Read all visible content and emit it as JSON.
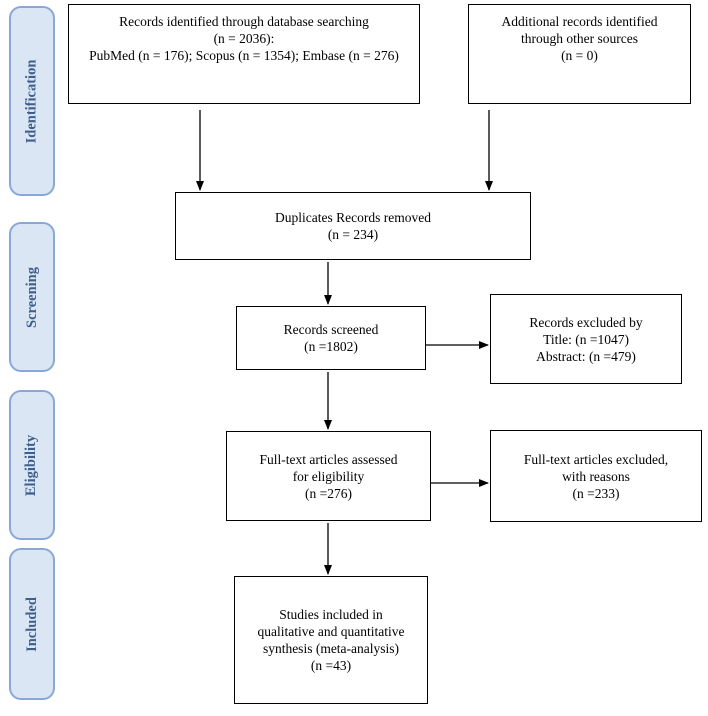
{
  "phases": {
    "identification": "Identification",
    "screening": "Screening",
    "eligibility": "Eligibility",
    "included": "Included"
  },
  "boxes": {
    "database": {
      "line1": "Records identified through database searching",
      "line2": "(n = 2036):",
      "line3": "PubMed (n = 176); Scopus (n = 1354); Embase (n = 276)"
    },
    "other_sources": {
      "line1": "Additional records identified",
      "line2": "through other sources",
      "line3": "(n = 0)"
    },
    "duplicates": {
      "line1": "Duplicates Records removed",
      "line2": "(n = 234)"
    },
    "screened": {
      "line1": "Records screened",
      "line2": "(n =1802)"
    },
    "excluded_screening": {
      "line1": "Records excluded by",
      "line2": "Title: (n =1047)",
      "line3": "Abstract: (n =479)"
    },
    "full_text": {
      "line1": "Full-text articles assessed",
      "line2": "for eligibility",
      "line3": "(n =276)"
    },
    "excluded_full_text": {
      "line1": "Full-text articles excluded,",
      "line2": "with reasons",
      "line3": "(n =233)"
    },
    "included": {
      "line1": "Studies included in",
      "line2": "qualitative and quantitative",
      "line3": "synthesis (meta-analysis)",
      "line4": "(n =43)"
    }
  }
}
